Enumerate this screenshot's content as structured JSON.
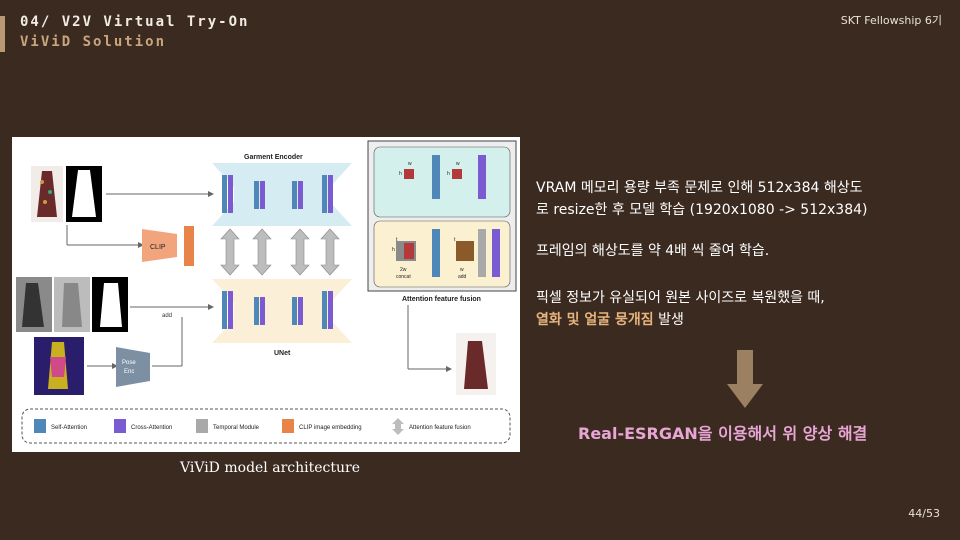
{
  "header": {
    "title_line1": "04/ V2V Virtual Try-On",
    "title_line2": "ViViD Solution",
    "fellowship": "SKT Fellowship 6기",
    "page_number": "44/53"
  },
  "diagram": {
    "caption": "ViViD model architecture",
    "labels": {
      "garment_encoder": "Garment Encoder",
      "unet": "UNet",
      "clip": "CLIP",
      "pose_enc_line1": "Pose",
      "pose_enc_line2": "Enc",
      "add": "add",
      "attention_fusion": "Attention feature fusion",
      "concat_top": "2w",
      "concat_bottom": "concat",
      "add_label": "add",
      "w_1": "w",
      "w_2": "w",
      "w_3": "w",
      "h_1": "h",
      "h_2": "h",
      "h_3": "h",
      "t_1": "t",
      "t_2": "t"
    },
    "legend": [
      {
        "label": "Self-Attention",
        "color": "#4e87b8"
      },
      {
        "label": "Cross-Attention",
        "color": "#7b5bd1"
      },
      {
        "label": "Temporal Module",
        "color": "#a9a9a9"
      },
      {
        "label": "CLIP image embedding",
        "color": "#e8844a"
      },
      {
        "label": "Attention feature fusion",
        "color": "#bdbdbd"
      }
    ]
  },
  "content": {
    "line1": "VRAM 메모리 용량 부족 문제로 인해 512x384 해상도",
    "line2": "로 resize한 후 모델 학습 (1920x1080 -> 512x384)",
    "line3": "프레임의 해상도를 약 4배 씩 줄여 학습.",
    "line4": "픽셀 정보가 유실되어 원본 사이즈로 복원했을 때,",
    "line5_highlight": "열화 및 얼굴 뭉개짐",
    "line5_rest": " 발생",
    "result": "Real-ESRGAN을 이용해서 위 양상 해결"
  },
  "colors": {
    "background": "#3b2a20",
    "accent": "#b99876",
    "highlight": "#e7b47e",
    "result": "#e7a6d4"
  }
}
